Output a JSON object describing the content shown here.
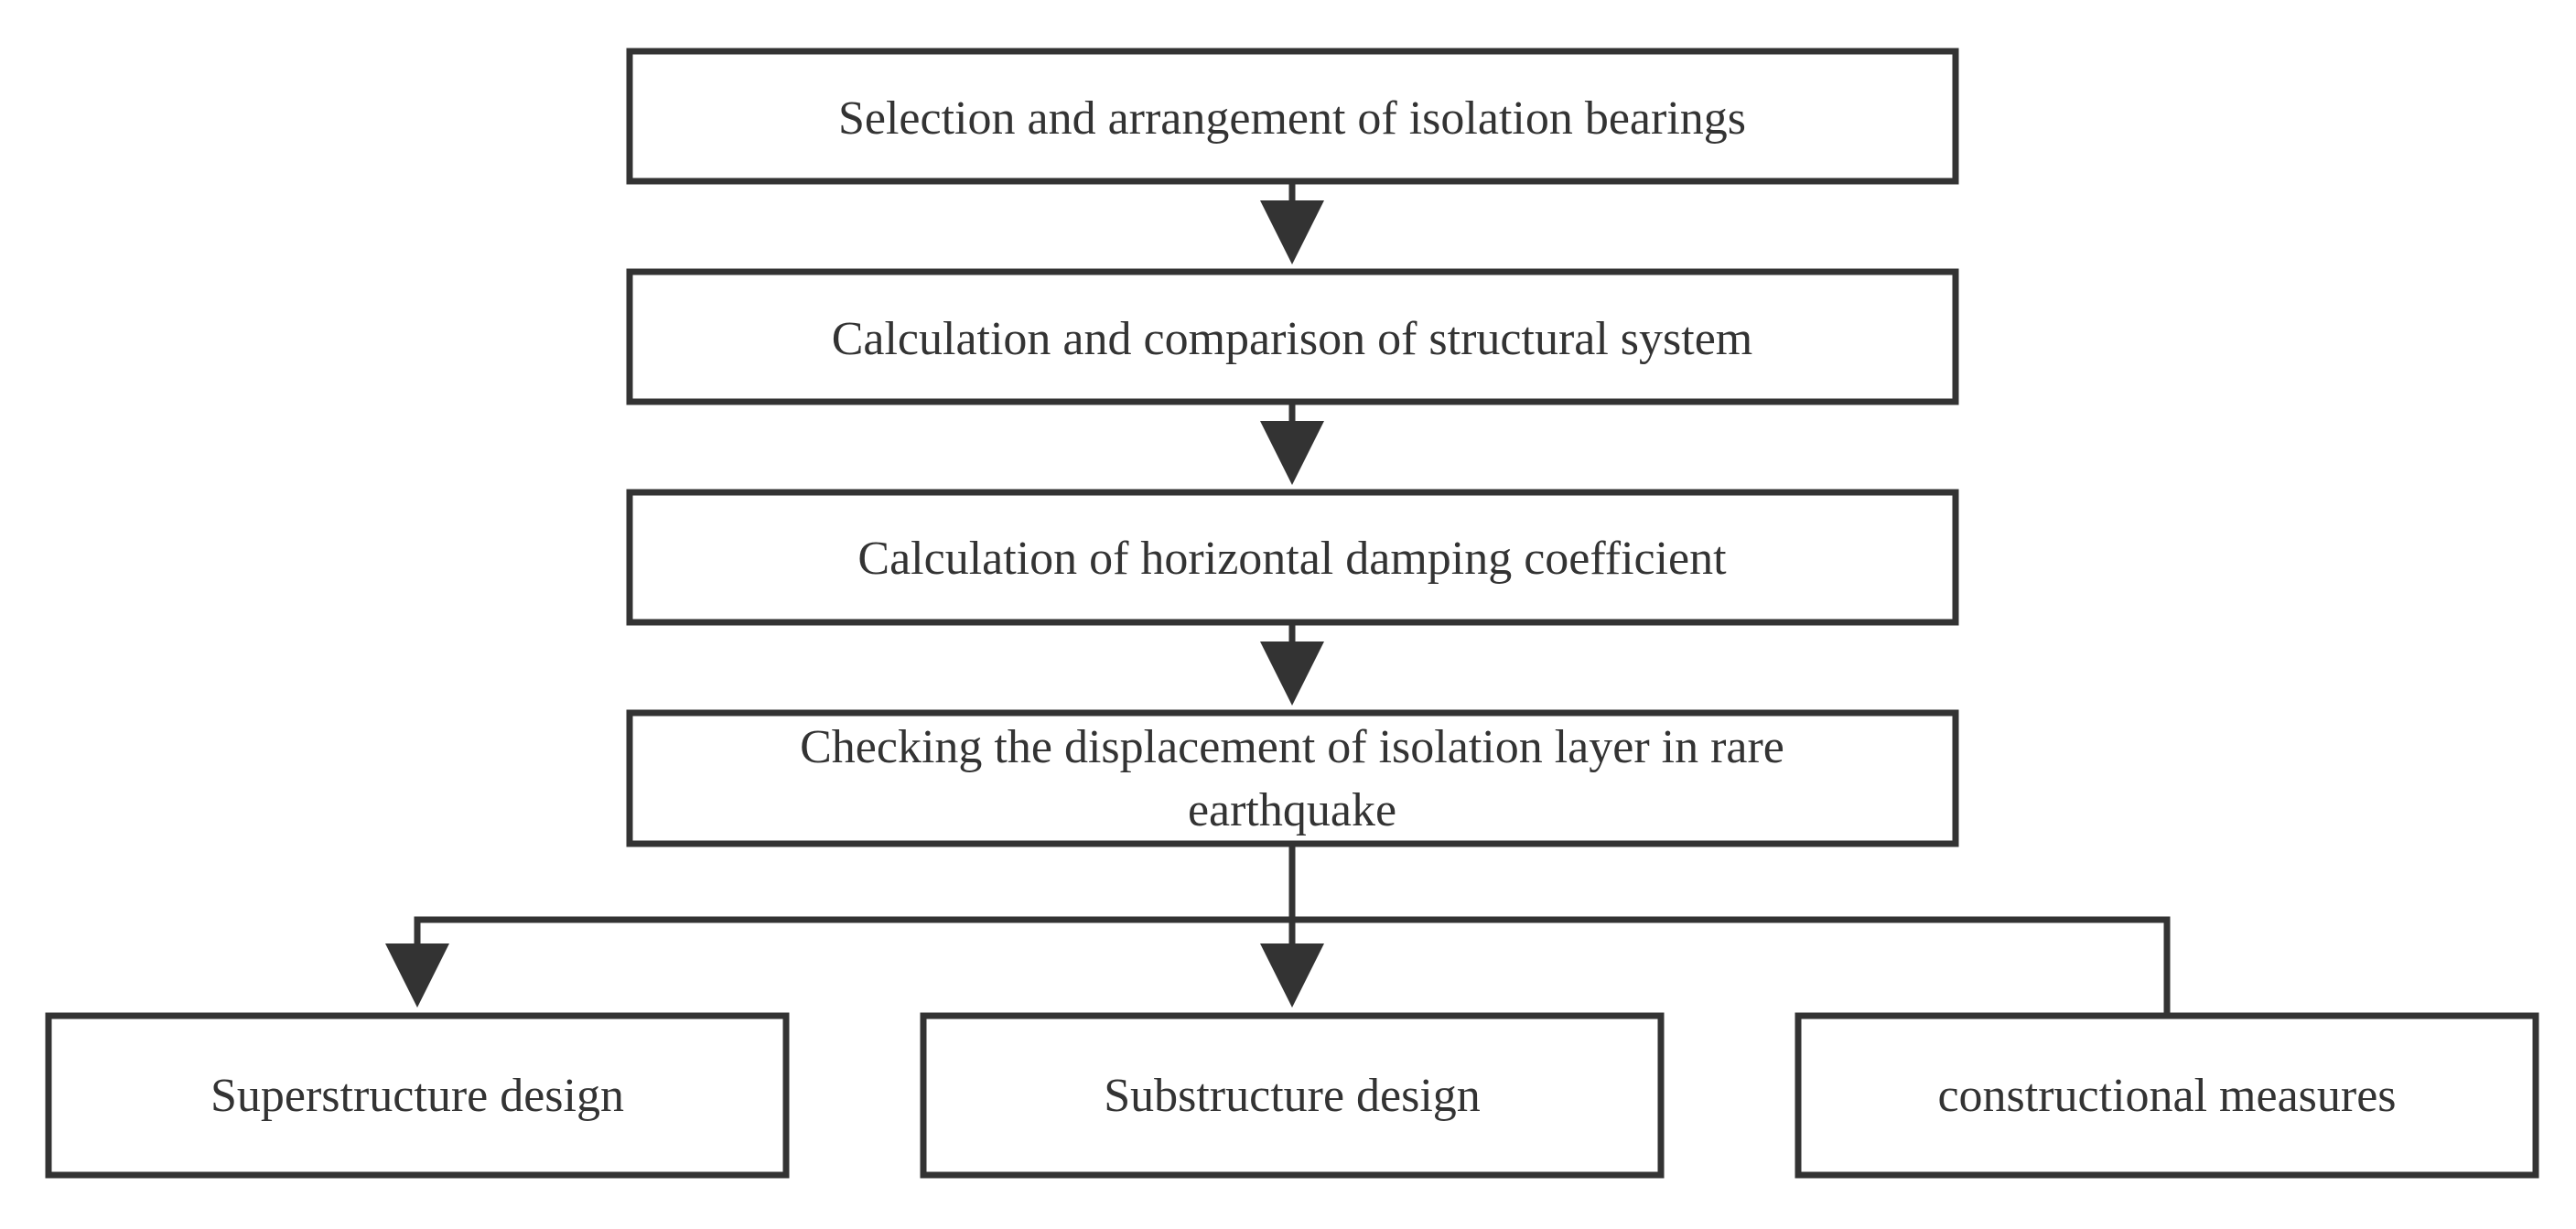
{
  "diagram": {
    "nodes": {
      "step1": "Selection and arrangement of isolation bearings",
      "step2": "Calculation and comparison of structural system",
      "step3": "Calculation of horizontal damping coefficient",
      "step4_line1": "Checking the displacement of isolation layer in rare",
      "step4_line2": "earthquake",
      "branch1": "Superstructure design",
      "branch2": "Substructure design",
      "branch3": "constructional measures"
    },
    "colors": {
      "stroke": "#333333",
      "text": "#333333",
      "box_fill": "#ffffff"
    }
  }
}
